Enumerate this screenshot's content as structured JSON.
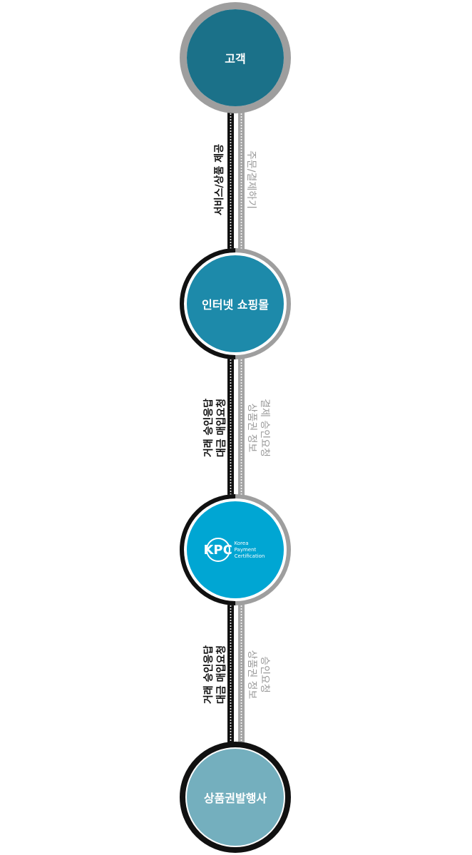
{
  "nodes": {
    "customer": "고객",
    "mall": "인터넷 쇼핑몰",
    "kpc_mark": "KPC",
    "kpc_line1": "Korea",
    "kpc_line2": "Payment",
    "kpc_line3": "Certification",
    "issuer": "상품권발행사"
  },
  "flows": {
    "seg1_left": "서비스/상품 제공",
    "seg1_right": "주문/결제하기",
    "seg2_left_1": "거래 승인응답",
    "seg2_left_2": "대금 매입요청",
    "seg2_right_1": "결제 승인요청",
    "seg2_right_2": "상품권 정보",
    "seg3_left_1": "거래 승인응답",
    "seg3_left_2": "대금 매입요청",
    "seg3_right_1": "승인요청",
    "seg3_right_2": "상품권 정보"
  },
  "colors": {
    "customer": "#1b7189",
    "mall": "#1d8aaa",
    "kpc": "#00a6d3",
    "issuer": "#74afbe",
    "line_dark": "#111111",
    "line_gray": "#a4a4a4"
  }
}
